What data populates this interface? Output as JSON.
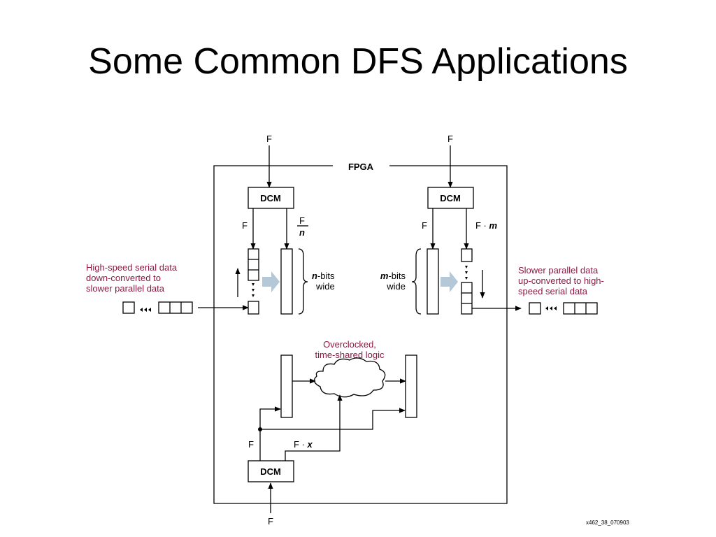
{
  "title": "Some Common DFS Applications",
  "diagram": {
    "fpga_label": "FPGA",
    "input_clock": "F",
    "dcm_label": "DCM",
    "left_block": {
      "clock_out": "F",
      "divided_num": "F",
      "divided_den": "n",
      "bits_var": "n",
      "bits_suffix": "-bits",
      "wide": "wide",
      "note_lines": [
        "High-speed serial data",
        "down-converted to",
        "slower parallel data"
      ]
    },
    "right_block": {
      "clock_out": "F",
      "mult_prefix": "F · ",
      "mult_var": "m",
      "bits_var": "m",
      "bits_suffix": "-bits",
      "wide": "wide",
      "note_lines": [
        "Slower parallel data",
        "up-converted to high-",
        "speed serial data"
      ]
    },
    "bottom_block": {
      "cloud_lines": [
        "Overclocked,",
        "time-shared logic"
      ],
      "clock_out": "F",
      "mult_prefix": "F · ",
      "mult_var": "x"
    },
    "figure_id": "x462_38_070903"
  },
  "colors": {
    "note": "#8b1a44",
    "arrow_fill": "#b4c8d8",
    "ink": "#000000"
  }
}
